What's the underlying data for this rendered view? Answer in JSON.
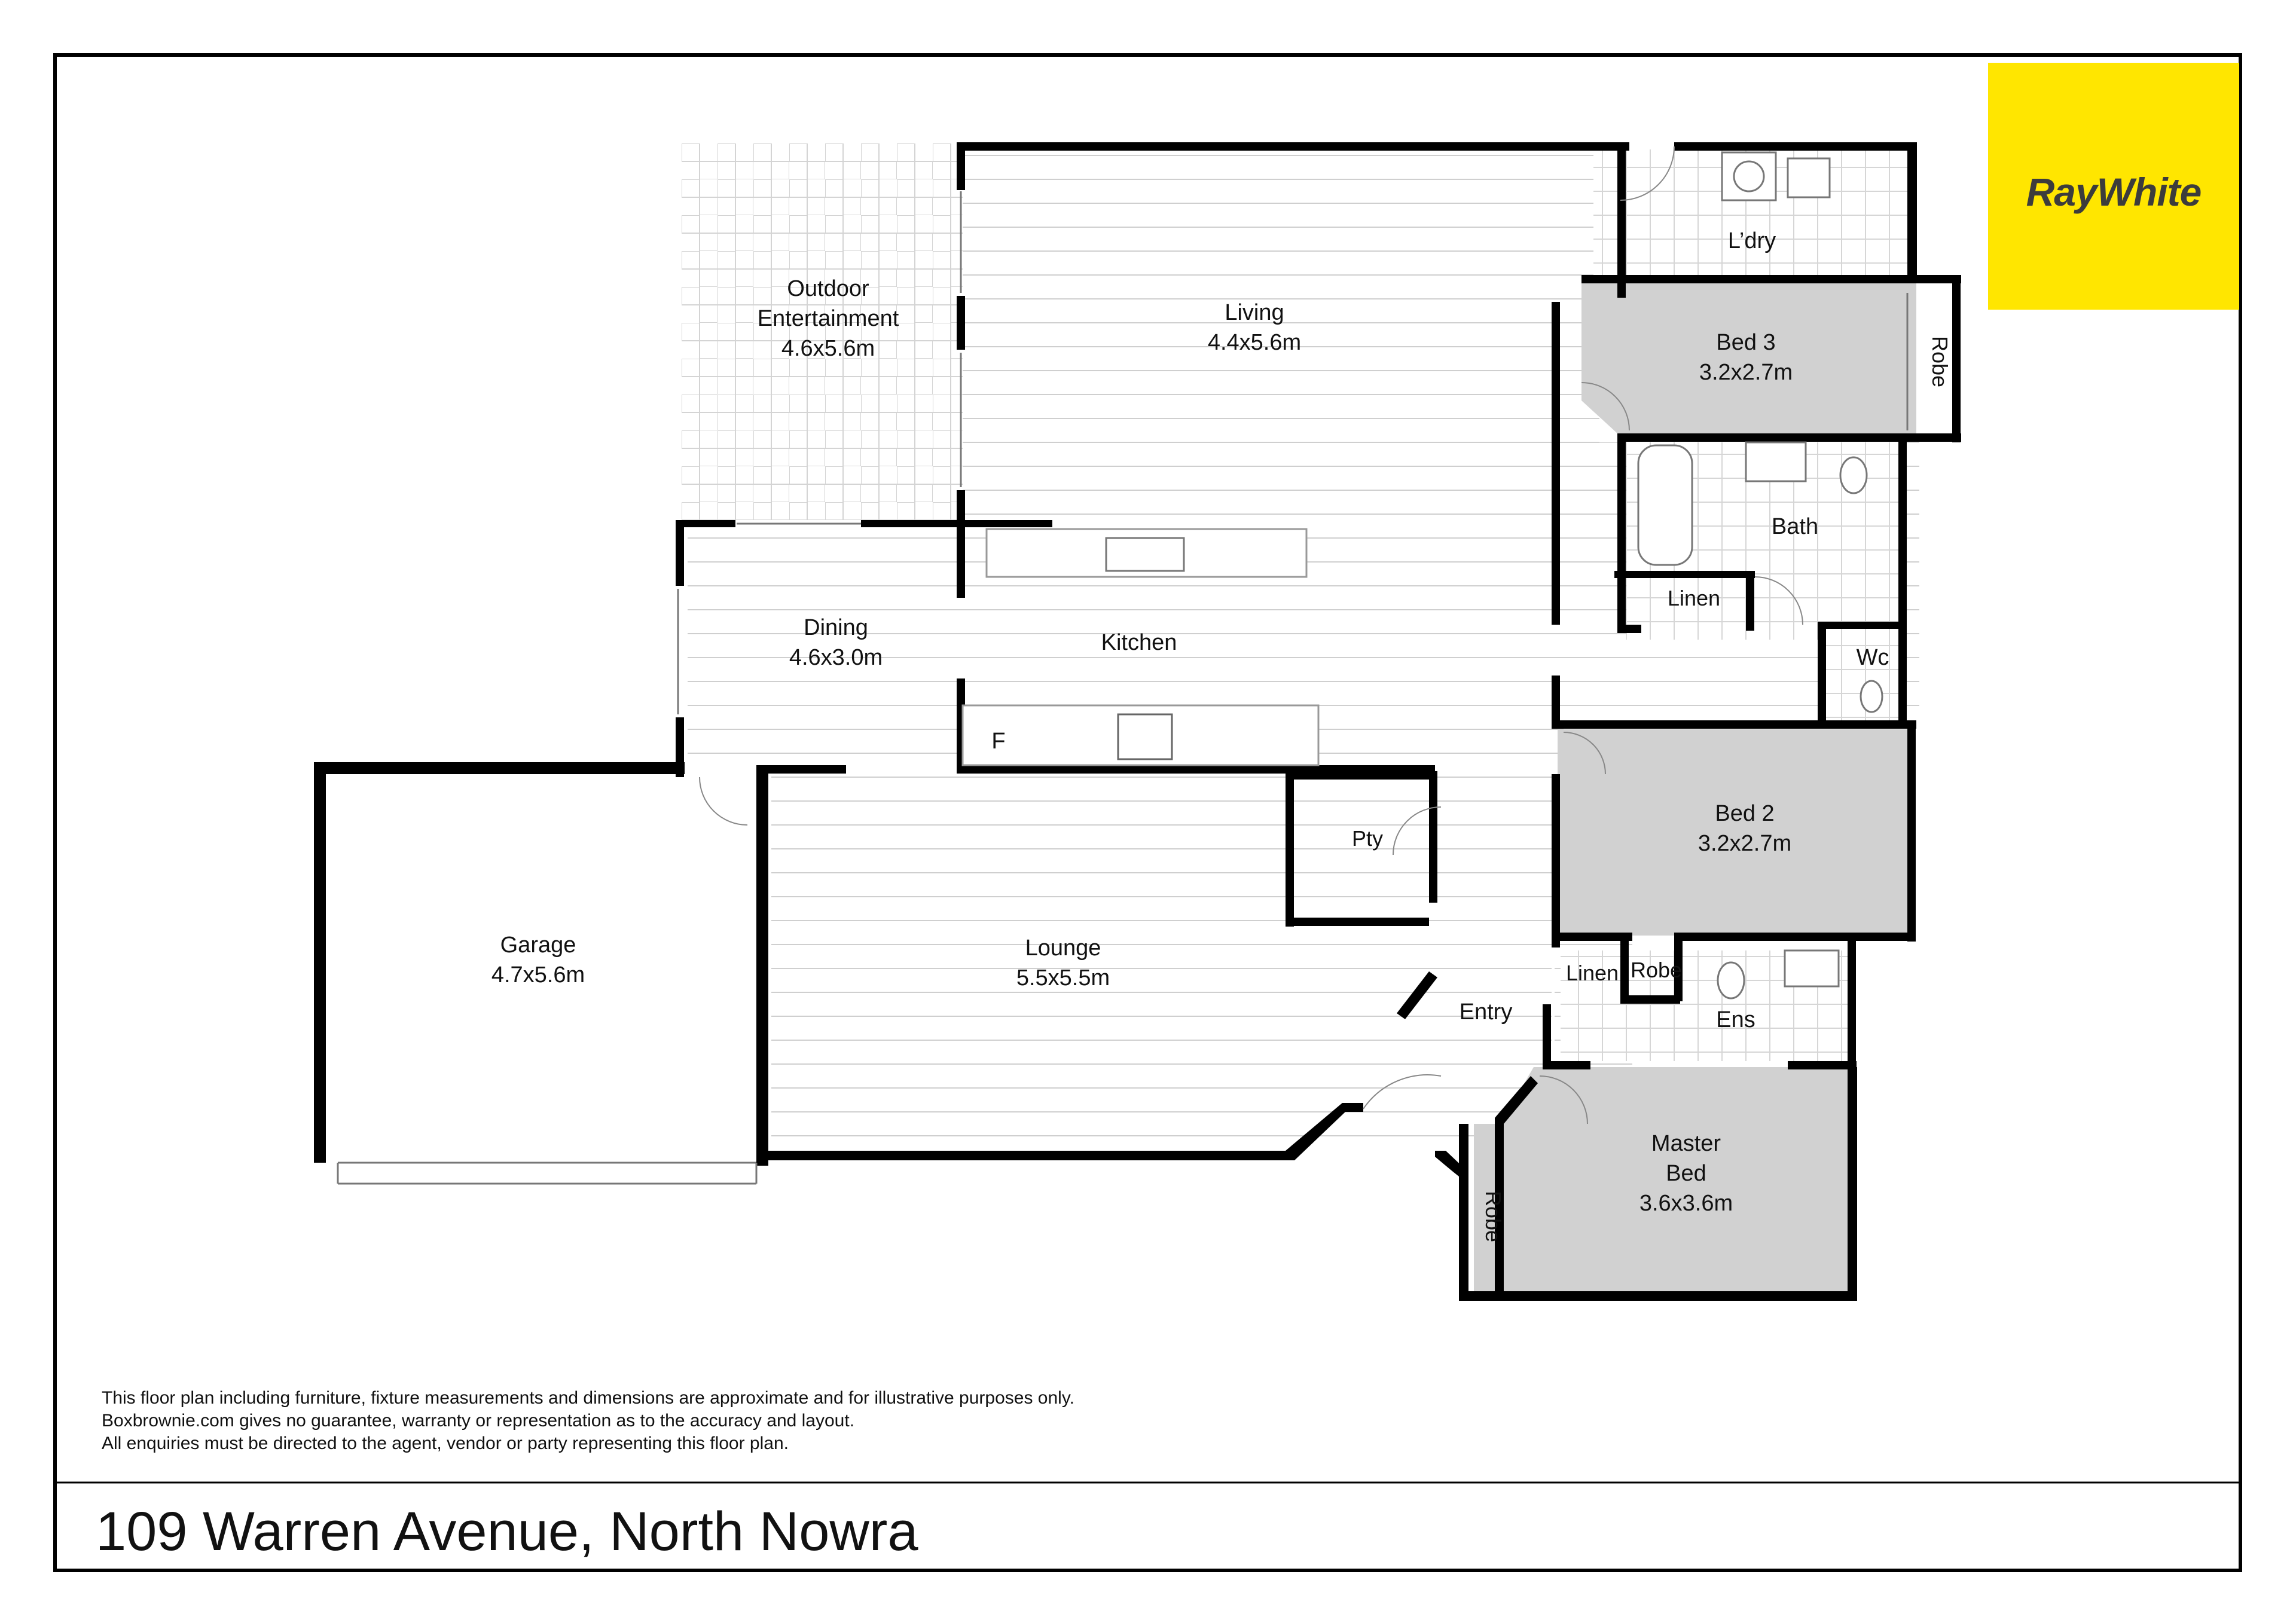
{
  "rooms": {
    "outdoor": {
      "label_1": "Outdoor",
      "label_2": "Entertainment",
      "dim": "4.6x5.6m"
    },
    "living": {
      "label": "Living",
      "dim": "4.4x5.6m"
    },
    "laundry": {
      "label": "L’dry"
    },
    "bed3": {
      "label": "Bed 3",
      "dim": "3.2x2.7m"
    },
    "robe_bed3": {
      "label": "Robe"
    },
    "bath": {
      "label": "Bath"
    },
    "linen_bath": {
      "label": "Linen"
    },
    "wc": {
      "label": "Wc"
    },
    "dining": {
      "label": "Dining",
      "dim": "4.6x3.0m"
    },
    "kitchen": {
      "label": "Kitchen"
    },
    "fridge": {
      "label": "F"
    },
    "pantry": {
      "label": "Pty"
    },
    "bed2": {
      "label": "Bed 2",
      "dim": "3.2x2.7m"
    },
    "garage": {
      "label": "Garage",
      "dim": "4.7x5.6m"
    },
    "lounge": {
      "label": "Lounge",
      "dim": "5.5x5.5m"
    },
    "linen_entry": {
      "label": "Linen"
    },
    "robe_ens": {
      "label": "Robe"
    },
    "entry": {
      "label": "Entry"
    },
    "ensuite": {
      "label": "Ens"
    },
    "master": {
      "label_1": "Master",
      "label_2": "Bed",
      "dim": "3.6x3.6m"
    },
    "robe_master": {
      "label": "Robe"
    }
  },
  "disclaimer": [
    "This floor plan including furniture, fixture measurements and dimensions are approximate and for illustrative purposes only.",
    "Boxbrownie.com gives no guarantee, warranty or representation as to the accuracy and layout.",
    "All enquiries must be directed to the agent, vendor or party representing this floor plan."
  ],
  "address": "109 Warren Avenue, North Nowra",
  "logo": {
    "text": "RayWhite",
    "color": "#ffe600"
  },
  "colors": {
    "bedroom_fill": "#d1d1d1",
    "wall": "#000000",
    "floor_line": "#c8c8c8"
  }
}
